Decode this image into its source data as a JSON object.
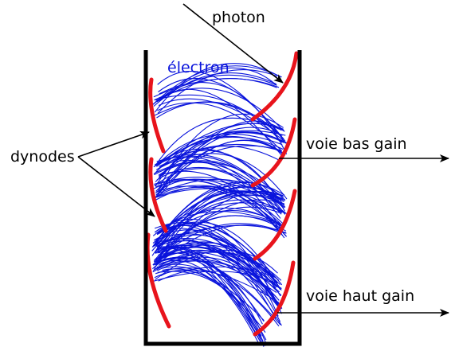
{
  "labels": {
    "photon": "photon",
    "electron": "électron",
    "dynodes": "dynodes",
    "low_gain": "voie bas gain",
    "high_gain": "voie haut gain"
  },
  "colors": {
    "tube": "#000000",
    "dynode": "#e8141c",
    "electron_path": "#0a14dc",
    "arrow": "#000000"
  },
  "icons": {
    "arrowhead": "triangle-arrowhead-icon"
  }
}
